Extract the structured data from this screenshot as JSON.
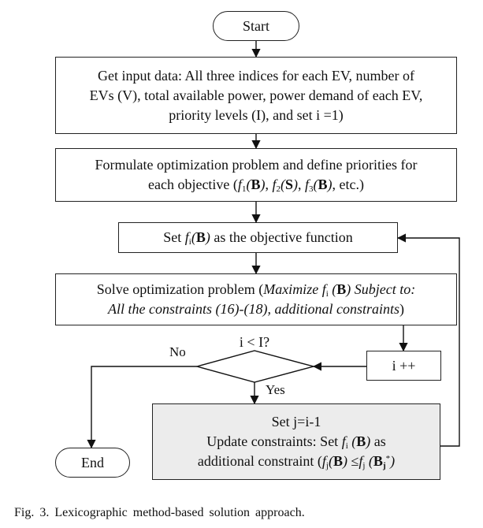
{
  "nodes": {
    "start": "Start",
    "input_data": [
      "Get input data: All three indices for each EV, number of",
      "EVs (V), total available power, power demand of each EV,",
      "priority levels (I), and set i =1)"
    ],
    "formulate": [
      "Formulate optimization problem and define priorities for",
      "each objective (",
      ", etc.)"
    ],
    "set_objective": [
      "Set ",
      " as the objective function"
    ],
    "solve": [
      "Solve optimization problem (",
      "Maximize",
      " Subject to:",
      "All the constraints (16)-(18), additional constraints",
      ")"
    ],
    "increment": "i ++",
    "decision": "i < I?",
    "update": [
      "Set j=i-1",
      "Update constraints: Set ",
      " as",
      "additional constraint ("
    ],
    "end": "End"
  },
  "edge_labels": {
    "no": "No",
    "yes": "Yes"
  },
  "math": {
    "f": "f",
    "i": "i",
    "j": "j",
    "one": "1",
    "two": "2",
    "three": "3",
    "B": "B",
    "S": "S",
    "open": "(",
    "close": ")",
    "comma": ", ",
    "leq": " ≤",
    "star": "*"
  },
  "caption": "Fig. 3.   Lexicographic method-based solution approach."
}
